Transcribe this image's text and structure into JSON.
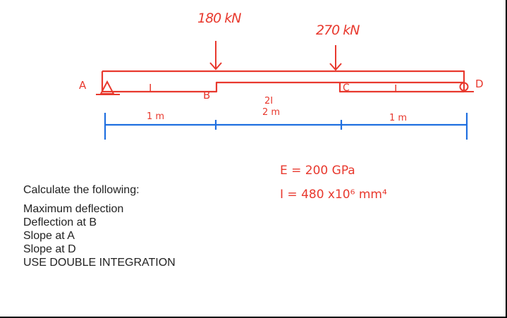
{
  "colors": {
    "beam": "#e8392e",
    "dimension": "#1f6fe0",
    "text": "#222222",
    "background": "#ffffff"
  },
  "loads": [
    {
      "label": "180 kN"
    },
    {
      "label": "270 kN"
    }
  ],
  "points": {
    "a": "A",
    "b": "B",
    "c": "C",
    "d": "D"
  },
  "segments": {
    "left_stiffness": "I",
    "middle_stiffness": "2I",
    "right_stiffness": "I",
    "left_length": "1 m",
    "middle_length": "2 m",
    "right_length": "1 m"
  },
  "properties": {
    "modulus": "E = 200 GPa",
    "inertia": "I = 480 x10⁶ mm⁴"
  },
  "task": {
    "heading": "Calculate the following:",
    "items": [
      "Maximum deflection",
      "Deflection at B",
      "Slope at A",
      "Slope at D",
      "USE DOUBLE INTEGRATION"
    ]
  }
}
